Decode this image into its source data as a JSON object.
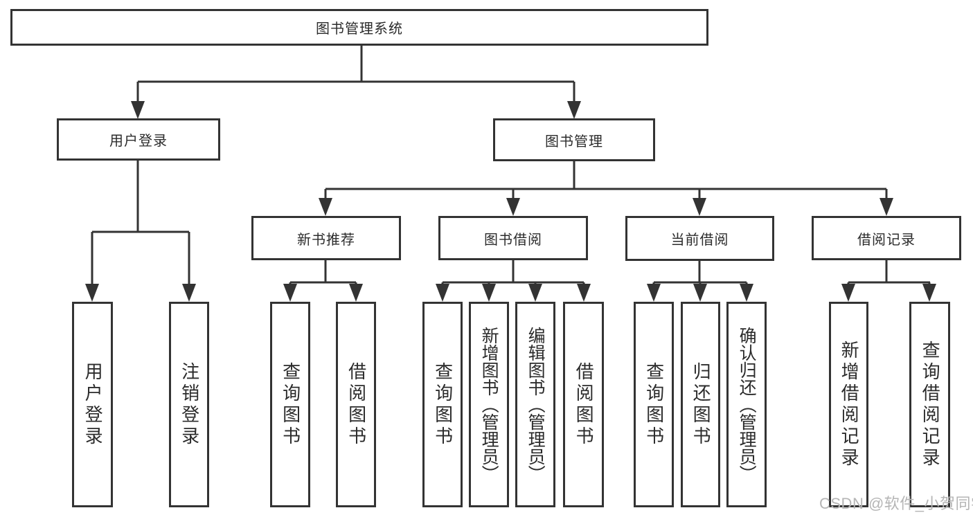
{
  "diagram": {
    "root": {
      "label": "图书管理系统"
    },
    "branches": [
      {
        "label": "用户登录",
        "children": [
          {
            "label": "用户登录"
          },
          {
            "label": "注销登录"
          }
        ]
      },
      {
        "label": "图书管理",
        "children": [
          {
            "label": "新书推荐",
            "children": [
              {
                "label": "查询图书"
              },
              {
                "label": "借阅图书"
              }
            ]
          },
          {
            "label": "图书借阅",
            "children": [
              {
                "label": "查询图书"
              },
              {
                "label": "新增图书（管理员）"
              },
              {
                "label": "编辑图书（管理员）"
              },
              {
                "label": "借阅图书"
              }
            ]
          },
          {
            "label": "当前借阅",
            "children": [
              {
                "label": "查询图书"
              },
              {
                "label": "归还图书"
              },
              {
                "label": "确认归还（管理员）"
              }
            ]
          },
          {
            "label": "借阅记录",
            "children": [
              {
                "label": "新增借阅记录"
              },
              {
                "label": "查询借阅记录"
              }
            ]
          }
        ]
      }
    ]
  },
  "watermark": {
    "text": "CSDN @软件_小贺同学"
  },
  "colors": {
    "line": "#333333",
    "text": "#2b2b2b",
    "background": "#ffffff",
    "watermark": "#b5b5b5"
  }
}
